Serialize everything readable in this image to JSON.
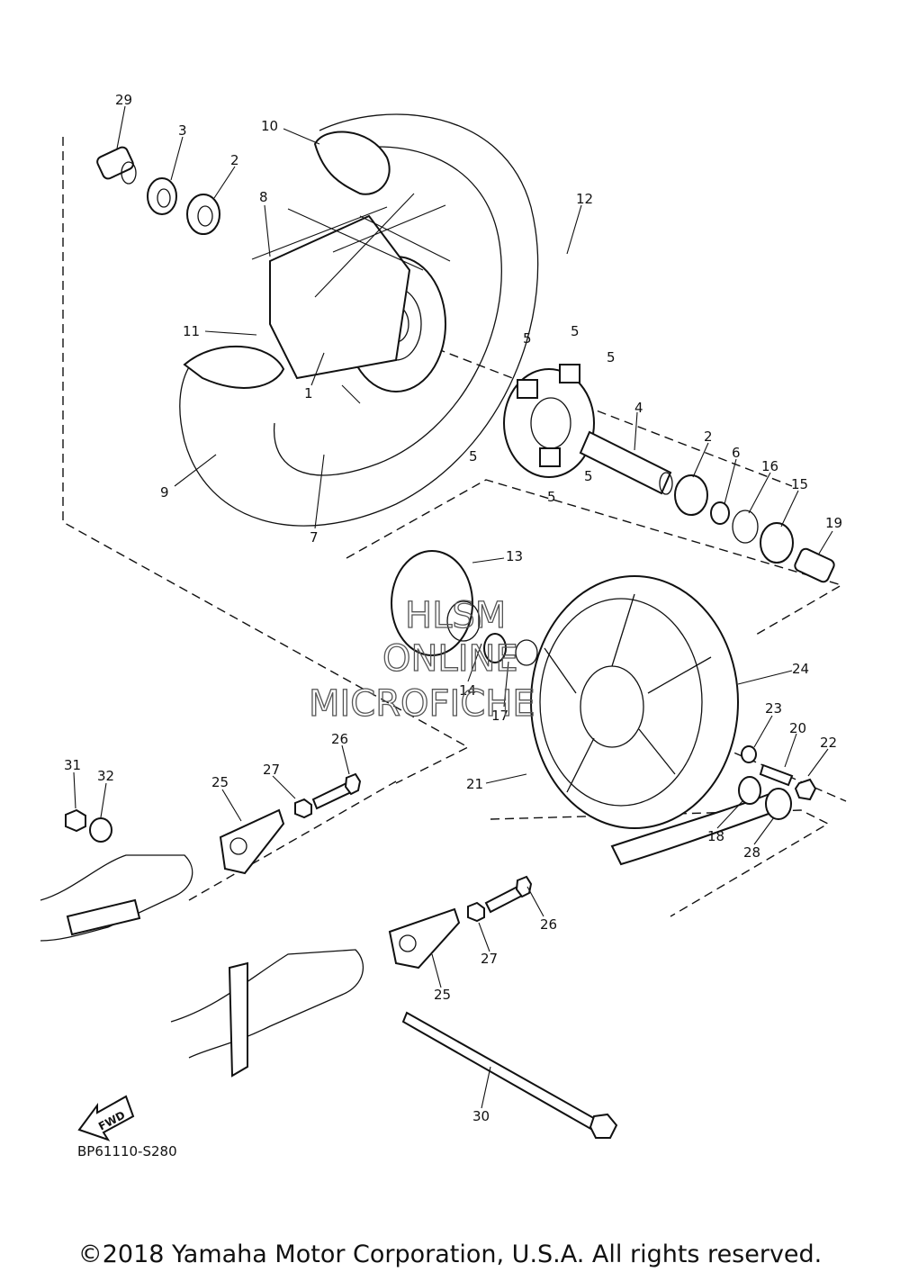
{
  "diagram_code": "BP61110-S280",
  "copyright": "©2018 Yamaha Motor Corporation, U.S.A. All rights reserved.",
  "fwd_label": "FWD",
  "watermark": [
    "HLSM",
    "ONLINE",
    "MICROFICHE"
  ],
  "callouts": [
    "29",
    "3",
    "2",
    "10",
    "8",
    "12",
    "11",
    "1",
    "9",
    "7",
    "5",
    "5",
    "5",
    "5",
    "5",
    "5",
    "4",
    "2",
    "6",
    "16",
    "15",
    "19",
    "13",
    "14",
    "17",
    "24",
    "23",
    "20",
    "22",
    "21",
    "18",
    "28",
    "31",
    "32",
    "25",
    "27",
    "26",
    "26",
    "27",
    "25",
    "30"
  ]
}
